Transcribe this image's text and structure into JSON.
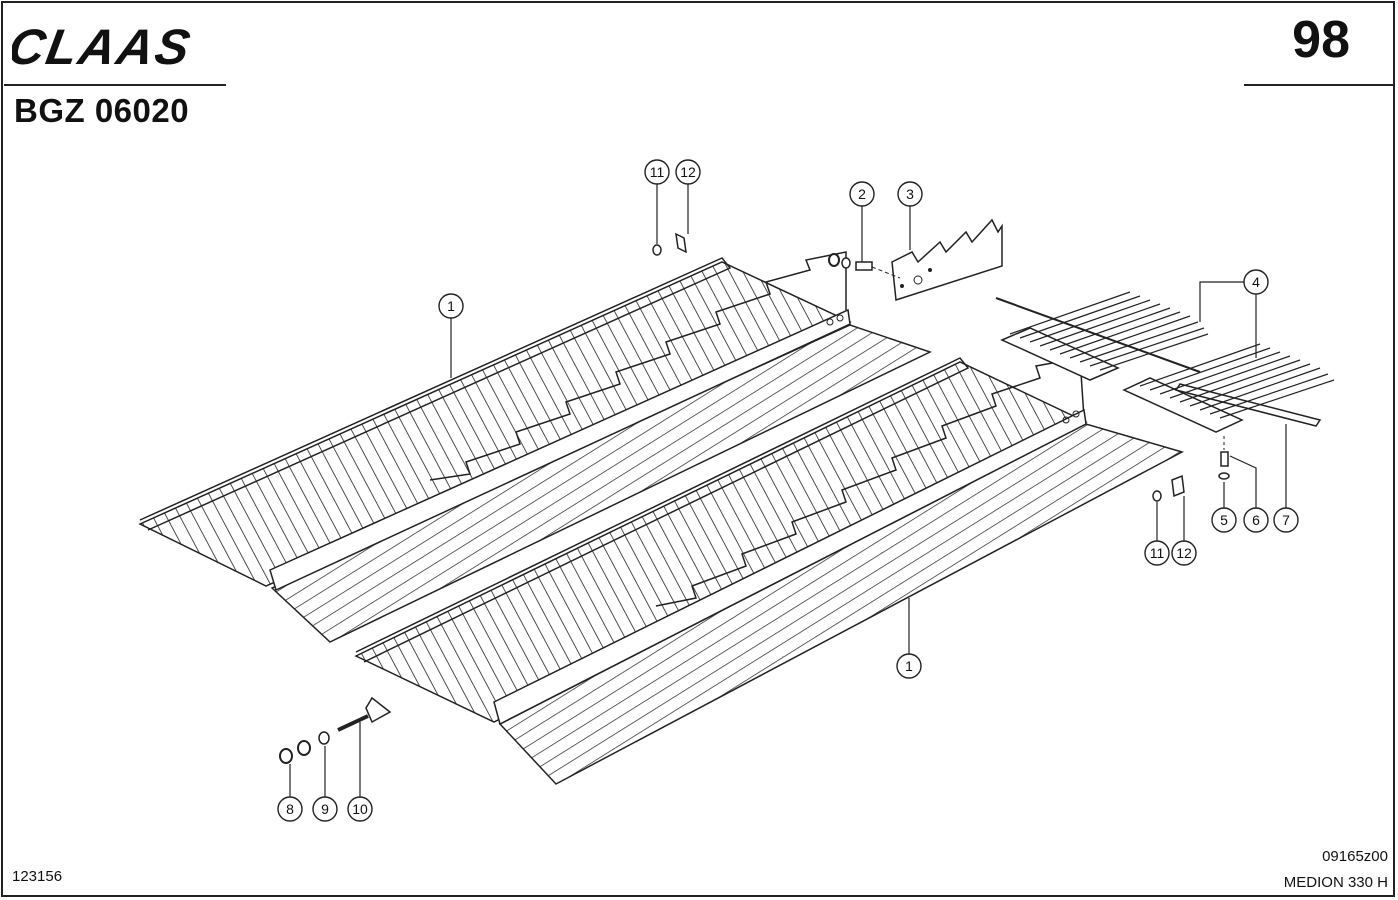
{
  "header": {
    "brand": "CLAAS",
    "page_number": "98",
    "group_code": "BGZ 06020"
  },
  "footer": {
    "doc_number": "123156",
    "drawing_number": "09165z00",
    "model": "MEDION 330 H"
  },
  "callouts": [
    "1",
    "1",
    "2",
    "3",
    "4",
    "5",
    "6",
    "7",
    "8",
    "9",
    "10",
    "11",
    "12",
    "11",
    "12"
  ]
}
